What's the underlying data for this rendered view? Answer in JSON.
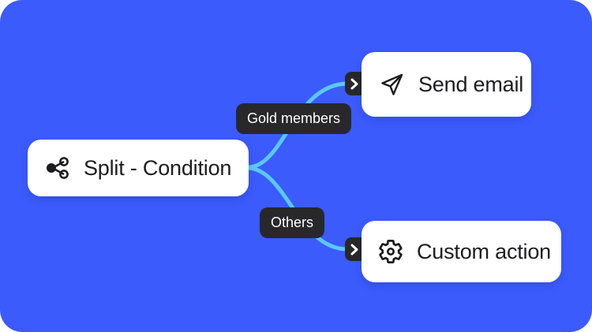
{
  "canvas": {
    "background_color": "#3B5BFD",
    "edge_color": "#5BC8F5",
    "card_color": "#FFFFFF",
    "pill_color": "#28282B",
    "text_color": "#1D1D1F"
  },
  "nodes": [
    {
      "id": "split",
      "label": "Split - Condition",
      "icon": "share-split-icon"
    },
    {
      "id": "send-email",
      "label": "Send email",
      "icon": "paper-plane-icon"
    },
    {
      "id": "custom-action",
      "label": "Custom action",
      "icon": "gear-icon"
    }
  ],
  "edges": [
    {
      "id": "gold",
      "from": "split",
      "to": "send-email",
      "label": "Gold members"
    },
    {
      "id": "others",
      "from": "split",
      "to": "custom-action",
      "label": "Others"
    }
  ],
  "ports": [
    {
      "id": "send-email-input",
      "icon": "chevron-right-icon"
    },
    {
      "id": "custom-action-input",
      "icon": "chevron-right-icon"
    }
  ]
}
